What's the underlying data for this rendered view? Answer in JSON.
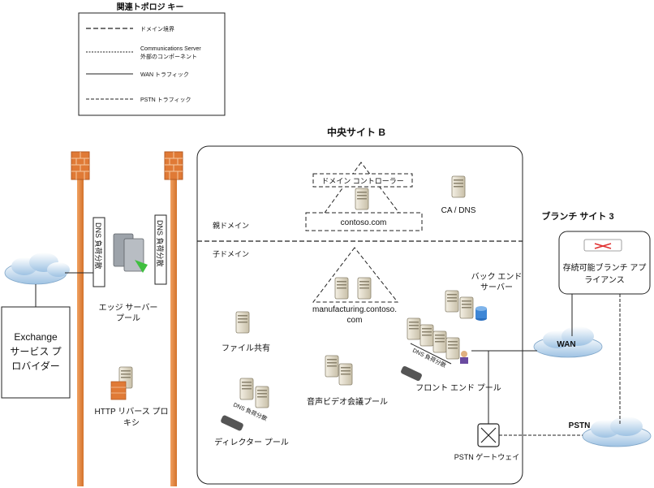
{
  "legend": {
    "title": "関連トポロジ キー",
    "items": [
      {
        "label": "ドメイン境界",
        "style": "domain"
      },
      {
        "label": "Communications Server",
        "label2": "外部のコンポーネント",
        "style": "external"
      },
      {
        "label": "WAN トラフィック",
        "style": "wan"
      },
      {
        "label": "PSTN トラフィック",
        "style": "pstn"
      }
    ]
  },
  "central_site": {
    "title": "中央サイト B",
    "parent_domain": "親ドメイン",
    "child_domain": "子ドメイン",
    "domain_controller": "ドメイン コントローラー",
    "parent_domain_name": "contoso.com",
    "ca_dns": "CA / DNS",
    "child_domain_name": "manufacturing.contoso.",
    "child_domain_name2": "com",
    "back_end": "バック エンド",
    "back_end2": "サーバー",
    "front_end_pool": "フロント エンド プール",
    "dns_lb": "DNS 負荷分散",
    "file_share": "ファイル共有",
    "av_pool": "音声ビデオ会議プール",
    "director_pool": "ディレクター プール",
    "pstn_gateway": "PSTN ゲートウェイ"
  },
  "perimeter": {
    "edge_pool": "エッジ サーバー",
    "edge_pool2": "プール",
    "dns_lb_left": "DNS 負荷分散",
    "dns_lb_right": "DNS 負荷分散",
    "http_proxy": "HTTP リバース プロ",
    "http_proxy2": "キシ"
  },
  "external": {
    "exchange": "Exchange",
    "exchange2": "サービス プ",
    "exchange3": "ロバイダー"
  },
  "branch": {
    "title": "ブランチ サイト 3",
    "appliance": "存続可能ブランチ アプ",
    "appliance2": "ライアンス",
    "wan": "WAN",
    "pstn": "PSTN"
  },
  "colors": {
    "firewall_pole": "#e8873a",
    "firewall_brick": "#d06a2e",
    "server_body": "#ddd6c4",
    "cloud": "#b9d3ea"
  }
}
